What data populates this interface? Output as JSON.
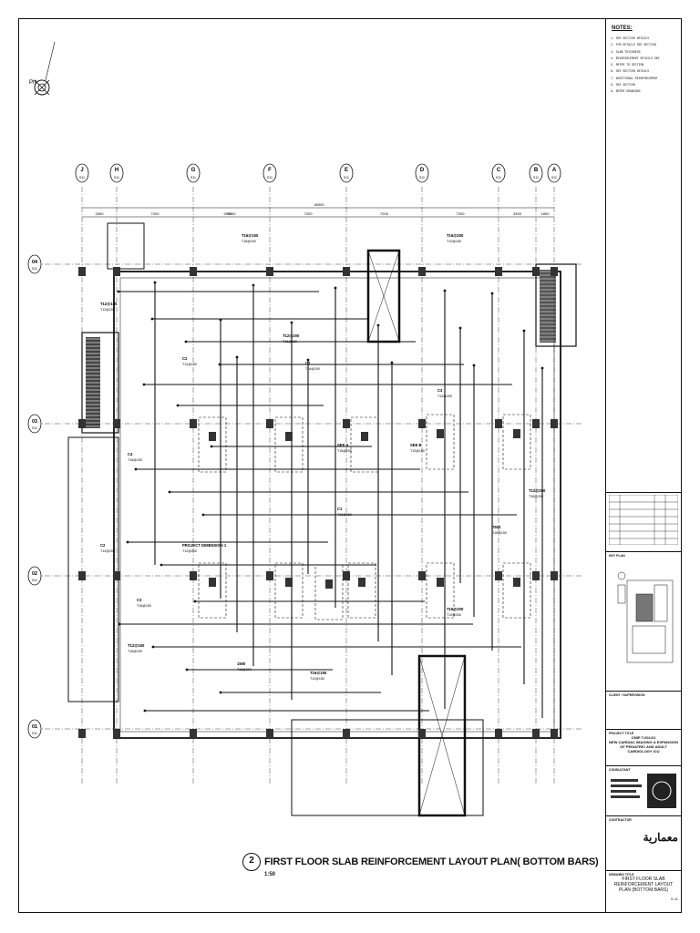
{
  "notes": {
    "title": "NOTES:",
    "items": [
      "1- SEE SECTION DETAILS",
      "2- FOR DETAILS SEE SECTION",
      "3- SLAB THICKNESS",
      "4- REINFORCEMENT DETAILS SEE",
      "5- REFER TO SECTION",
      "6- SEE SECTION DETAILS",
      "7- ADDITIONAL REINFORCEMENT",
      "8- SEE SECTION",
      "9- REFER DRAWINGS"
    ]
  },
  "grid": {
    "columns": [
      "J",
      "H",
      "G",
      "F",
      "E",
      "D",
      "C",
      "B",
      "A"
    ],
    "rows": [
      "04",
      "03",
      "02",
      "01"
    ],
    "sheet_ref": "S11",
    "column_spacing": [
      "3300",
      "7200",
      "7200",
      "7200",
      "7200",
      "7200",
      "3300",
      "1800"
    ],
    "overall": "48300",
    "sub_overall": "9900"
  },
  "plan": {
    "number": "2",
    "title": "FIRST FLOOR SLAB REINFORCEMENT LAYOUT PLAN( BOTTOM BARS)",
    "scale": "1:50"
  },
  "rebar_labels": [
    "T16@150",
    "T16@200",
    "T12@150",
    "T12@200",
    "C1",
    "C2",
    "C3",
    "C4",
    "SEE A",
    "SEE B",
    "PROJECT DIMENSION 1",
    "7500",
    "1500"
  ],
  "titleblock": {
    "key_plan_label": "KEY PLAN",
    "client_label": "CLIENT / SUPERVISION",
    "project_label": "PROJECT TITLE",
    "project_code": "CMIP T-001/21",
    "project_title": "NEW CARDIAC IMAGING & EXPANSION OF PEDIATRIC AND ADULT CARDIOLOGY ICU",
    "consultant_label": "CONSULTANT",
    "contractor_label": "CONTRACTOR",
    "company": "معمارية",
    "drawing_title_label": "DRAWING TITLE",
    "drawing_title": "FIRST FLOOR SLAB REINFORCEMENT LAYOUT PLAN (BOTTOM BARS)",
    "sheet_no": "S-11"
  }
}
